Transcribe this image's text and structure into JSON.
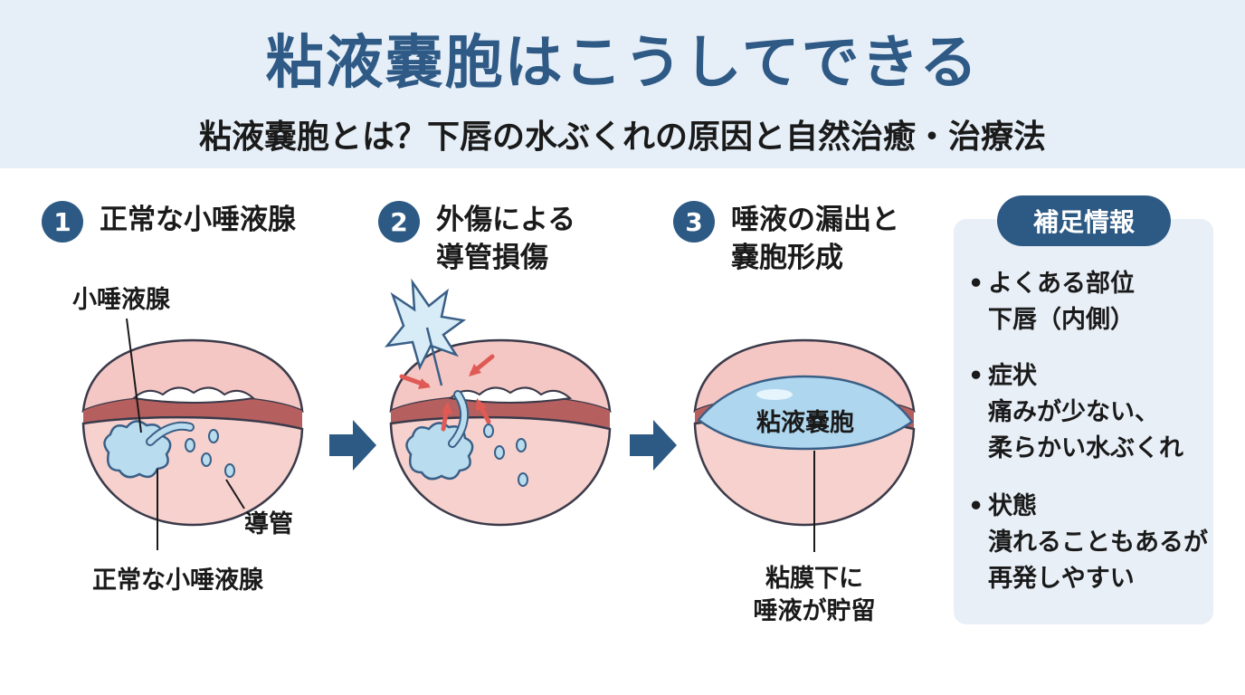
{
  "header": {
    "title": "粘液嚢胞はこうしてできる",
    "subtitle": "粘液嚢胞とは？下唇の水ぶくれの原因と自然治癒・治療法"
  },
  "steps": [
    {
      "number": "1",
      "title": "正常な小唾液腺"
    },
    {
      "number": "2",
      "title_line1": "外傷による",
      "title_line2": "導管損傷"
    },
    {
      "number": "3",
      "title_line1": "唾液の漏出と",
      "title_line2": "嚢胞形成"
    }
  ],
  "labels": {
    "gland_top": "小唾液腺",
    "duct": "導管",
    "gland_bottom": "正常な小唾液腺",
    "cyst": "粘液嚢胞",
    "retention_line1": "粘膜下に",
    "retention_line2": "唾液が貯留"
  },
  "panel": {
    "title": "補足情報",
    "bullet": "•",
    "items": [
      {
        "heading": "よくある部位",
        "lines": [
          "下唇（内側）"
        ]
      },
      {
        "heading": "症状",
        "lines": [
          "痛みが少ない、",
          "柔らかい水ぶくれ"
        ]
      },
      {
        "heading": "状態",
        "lines": [
          "潰れることもあるが",
          "再発しやすい"
        ]
      }
    ]
  },
  "colors": {
    "header_bg": "#e6eff8",
    "title": "#2f5a86",
    "accent": "#2d5a84",
    "lip": "#f4c7c4",
    "lip_outline": "#3a3a4a",
    "gland": "#b9dcef",
    "injury_arrow": "#e05a55",
    "panel_bg": "#e8eff7"
  },
  "icons": {
    "flow_arrow": "right-arrow-icon",
    "injury": "burst-icon"
  }
}
